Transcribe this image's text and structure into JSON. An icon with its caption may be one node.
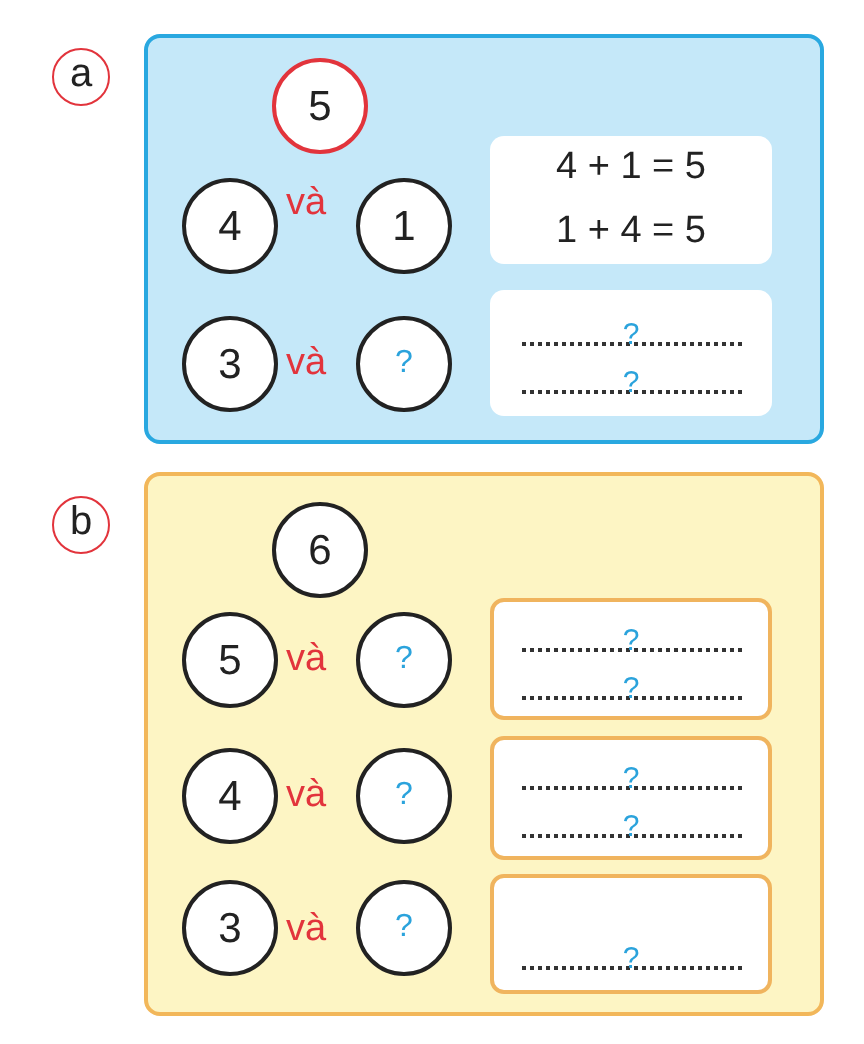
{
  "diagram": {
    "nodes": [
      {
        "text": [
          "a"
        ]
      },
      {
        "text": [],
        "shape": "box"
      },
      {
        "text": [
          "5"
        ],
        "in": 1
      },
      {
        "text": [
          "4"
        ],
        "in": 1
      },
      {
        "text": [
          "1"
        ],
        "in": 1
      },
      {
        "text": [
          "3"
        ],
        "in": 1
      },
      {
        "text": [
          "?"
        ],
        "in": 1
      },
      {
        "text": [
          "4 + 1 = 5",
          "1 + 4 = 5"
        ],
        "in": 1
      },
      {
        "text": [
          "?",
          "?"
        ],
        "in": 1
      },
      {
        "text": [
          "b"
        ]
      },
      {
        "text": [],
        "shape": "box"
      },
      {
        "text": [
          "6"
        ],
        "in": 10
      },
      {
        "text": [
          "5"
        ],
        "in": 10
      },
      {
        "text": [
          "?"
        ],
        "in": 10
      },
      {
        "text": [
          "4"
        ],
        "in": 10
      },
      {
        "text": [
          "?"
        ],
        "in": 10
      },
      {
        "text": [
          "3"
        ],
        "in": 10
      },
      {
        "text": [
          "?"
        ],
        "in": 10
      },
      {
        "text": [
          "?",
          "?"
        ],
        "in": 10
      },
      {
        "text": [
          "?",
          "?"
        ],
        "in": 10
      },
      {
        "text": [
          "?"
        ],
        "in": 10
      }
    ],
    "labels": [
      "và",
      "và",
      "và",
      "và",
      "và"
    ]
  }
}
